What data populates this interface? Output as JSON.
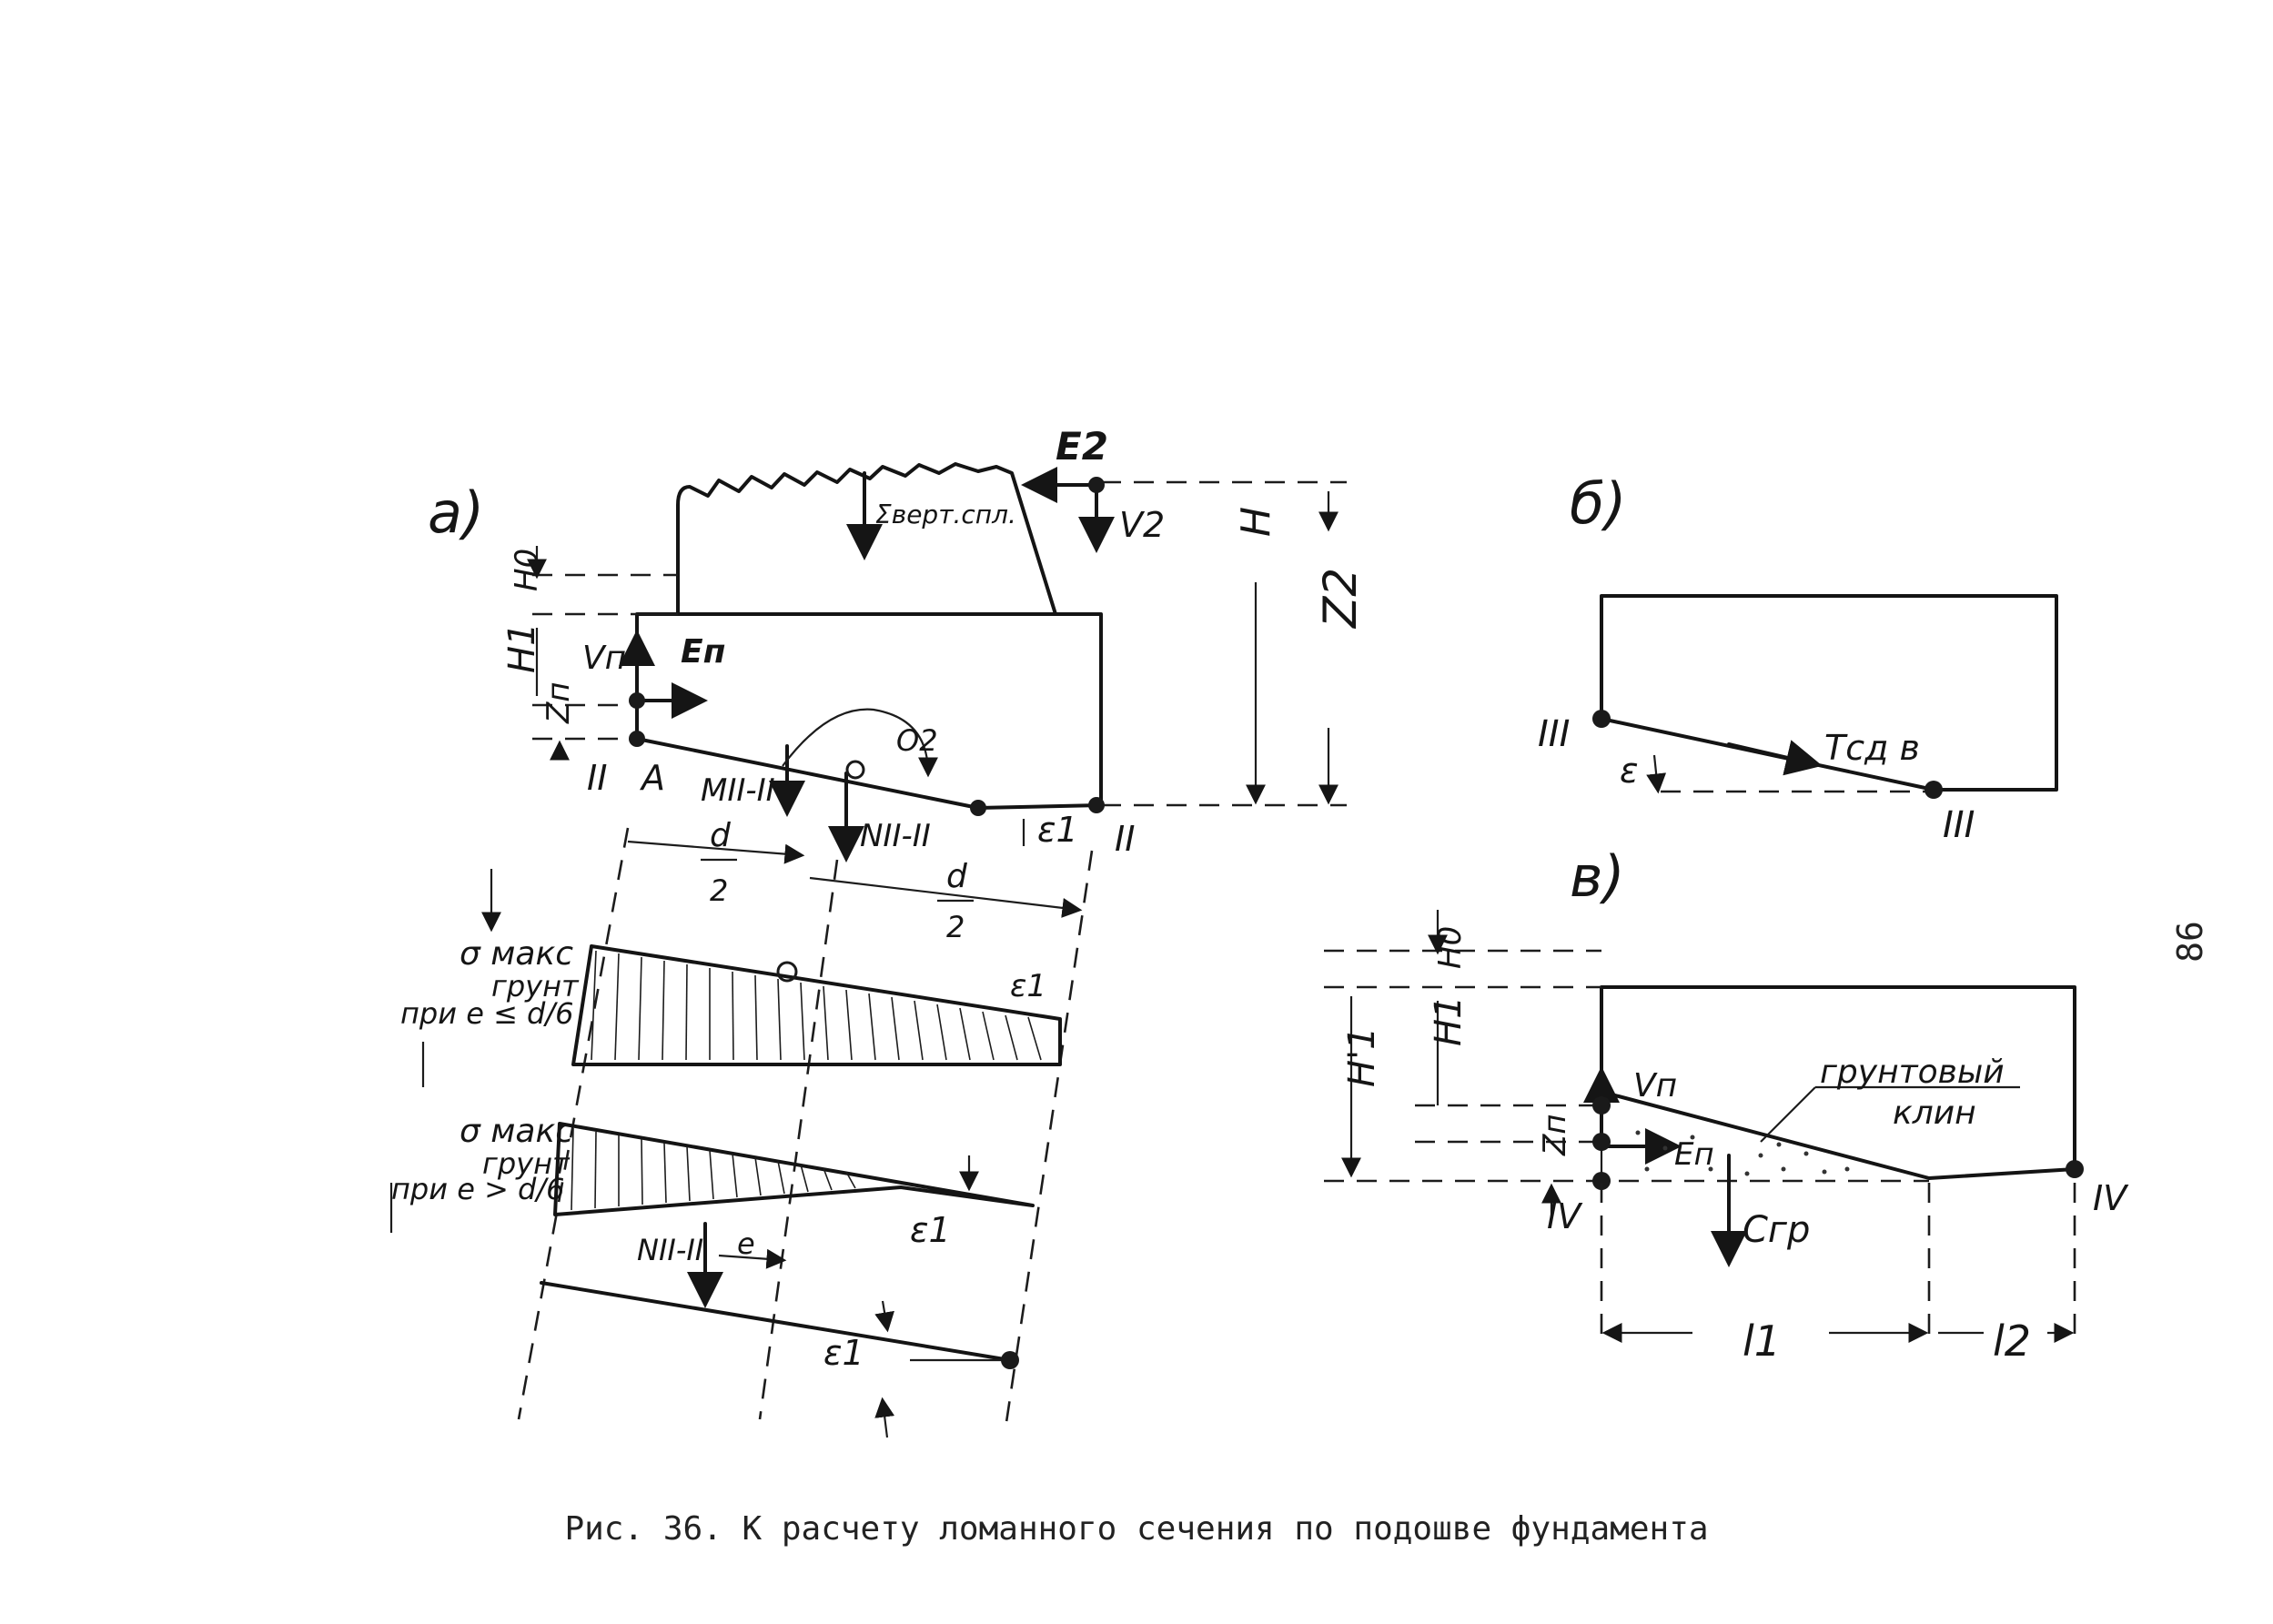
{
  "caption": "Рис. 36. К расчету ломанного сечения по подошве фундамента",
  "page_number": "86",
  "panels": {
    "a": {
      "letter": "a)",
      "labels": {
        "E2": "E2",
        "V2": "V2",
        "H": "H",
        "Z2": "Z2",
        "sum": "Σверт.спл.",
        "H0": "H0",
        "H1": "H1",
        "Vp": "Vп",
        "Ep": "Eп",
        "Zp": "Zп",
        "II_left": "II",
        "A": "A",
        "M": "MII-II",
        "N": "NII-II",
        "O2": "O2",
        "eps1": "ε1",
        "II_right": "II",
        "d2_a": "d",
        "d2_a_den": "2",
        "d2_b": "d",
        "d2_b_den": "2",
        "sigma1": "σ макс",
        "sigma1_b": "грунт",
        "sigma1_c": "при e ≤ d/6",
        "sigma2": "σ макс",
        "sigma2_b": "грунт",
        "sigma2_c": "при e > d/6",
        "eps1_b": "ε1",
        "eps1_c": "ε1",
        "eps1_d": "ε1",
        "N2": "NII-II",
        "e": "e"
      }
    },
    "b": {
      "letter": "б)",
      "labels": {
        "III_left": "III",
        "eps": "ε",
        "T": "Tсд в",
        "III_right": "III"
      }
    },
    "c": {
      "letter": "в)",
      "labels": {
        "H0": "H0",
        "H1": "H1",
        "H1p": "H'1",
        "Vp": "Vп",
        "Zp": "Zп",
        "Ep": "Eп",
        "IV_left": "IV",
        "Cgr": "Cгр",
        "wedge_1": "грунтовый",
        "wedge_2": "клин",
        "IV_right": "IV",
        "l1": "l1",
        "l2": "l2"
      }
    }
  }
}
